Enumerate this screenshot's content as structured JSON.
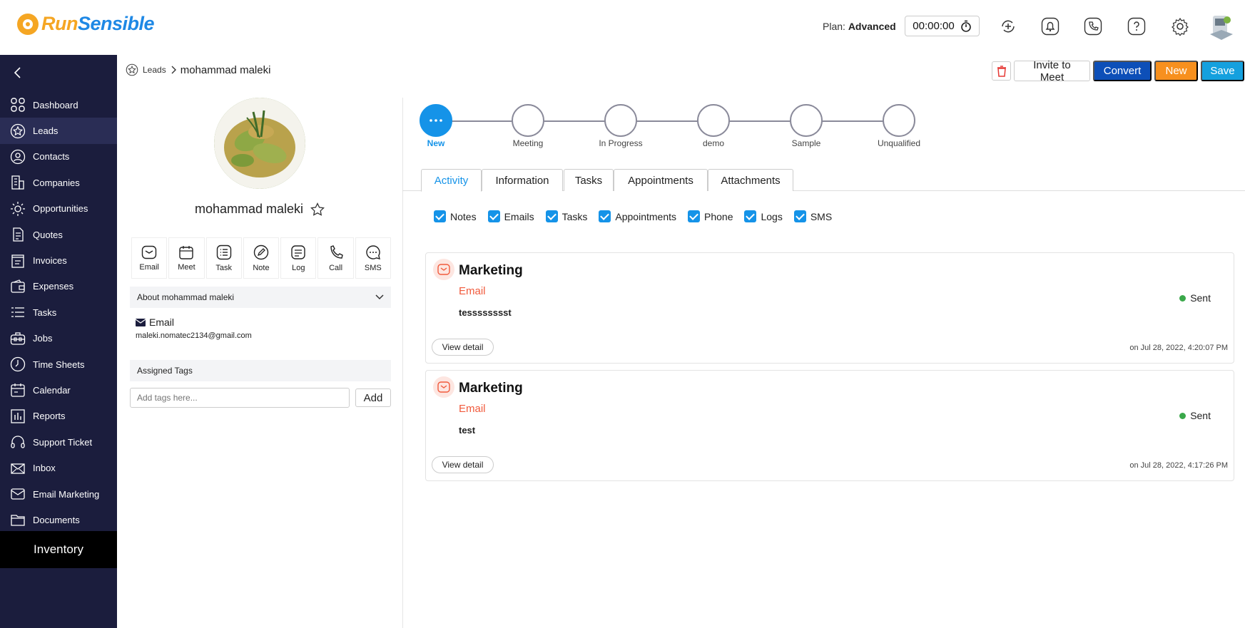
{
  "app": {
    "logo_run": "Run",
    "logo_sensible": "Sensible",
    "plan_label": "Plan:",
    "plan_value": "Advanced",
    "timer": "00:00:00"
  },
  "sidebar": {
    "items": [
      {
        "label": "Dashboard",
        "icon": "dashboard-icon"
      },
      {
        "label": "Leads",
        "icon": "star-icon"
      },
      {
        "label": "Contacts",
        "icon": "contact-icon"
      },
      {
        "label": "Companies",
        "icon": "building-icon"
      },
      {
        "label": "Opportunities",
        "icon": "lightbulb-icon"
      },
      {
        "label": "Quotes",
        "icon": "document-icon"
      },
      {
        "label": "Invoices",
        "icon": "invoice-icon"
      },
      {
        "label": "Expenses",
        "icon": "wallet-icon"
      },
      {
        "label": "Tasks",
        "icon": "list-icon"
      },
      {
        "label": "Jobs",
        "icon": "briefcase-icon"
      },
      {
        "label": "Time Sheets",
        "icon": "clock-icon"
      },
      {
        "label": "Calendar",
        "icon": "calendar-icon"
      },
      {
        "label": "Reports",
        "icon": "chart-icon"
      },
      {
        "label": "Support Ticket",
        "icon": "headset-icon"
      },
      {
        "label": "Inbox",
        "icon": "mail-icon"
      },
      {
        "label": "Email Marketing",
        "icon": "email-marketing-icon"
      },
      {
        "label": "Documents",
        "icon": "folder-icon"
      }
    ],
    "inventory": "Inventory"
  },
  "breadcrumb": {
    "parent": "Leads",
    "current": "mohammad maleki"
  },
  "toolbar": {
    "invite": "Invite to Meet",
    "convert": "Convert",
    "new": "New",
    "save": "Save"
  },
  "profile": {
    "name": "mohammad maleki",
    "quick_actions": [
      "Email",
      "Meet",
      "Task",
      "Note",
      "Log",
      "Call",
      "SMS"
    ],
    "about_title": "About mohammad maleki",
    "email_label": "Email",
    "email_value": "maleki.nomatec2134@gmail.com",
    "tags_title": "Assigned Tags",
    "tags_placeholder": "Add tags here...",
    "tags_add": "Add"
  },
  "pipeline": {
    "stages": [
      "New",
      "Meeting",
      "In Progress",
      "demo",
      "Sample",
      "Unqualified"
    ],
    "active_index": 0
  },
  "tabs": [
    "Activity",
    "Information",
    "Tasks",
    "Appointments",
    "Attachments"
  ],
  "filters": [
    "Notes",
    "Emails",
    "Tasks",
    "Appointments",
    "Phone",
    "Logs",
    "SMS"
  ],
  "activities": [
    {
      "title": "Marketing",
      "type": "Email",
      "body": "tesssssssst",
      "status": "Sent",
      "button": "View detail",
      "date": "on Jul 28, 2022, 4:20:07 PM"
    },
    {
      "title": "Marketing",
      "type": "Email",
      "body": "test",
      "status": "Sent",
      "button": "View detail",
      "date": "on Jul 28, 2022, 4:17:26 PM"
    }
  ],
  "colors": {
    "sidebar_bg": "#1b1d3d",
    "primary": "#1593e8",
    "convert": "#0d4fb8",
    "new": "#f7901e",
    "save": "#14a0de",
    "email_accent": "#f15a3c",
    "sent": "#3aa84a"
  }
}
